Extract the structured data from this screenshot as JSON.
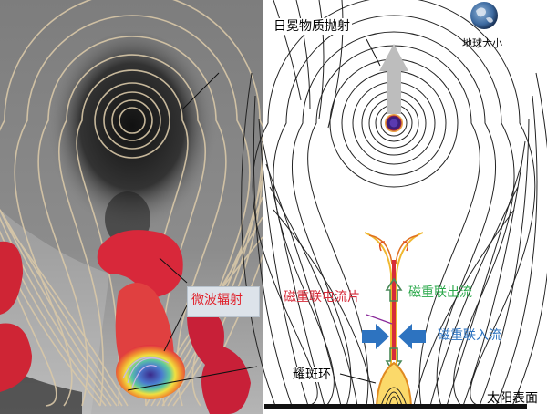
{
  "labels": {
    "cme": "日冕物质抛射",
    "earth_size": "地球大小",
    "microwave": "微波辐射",
    "current_sheet": "磁重联电流片",
    "outflow": "磁重联出流",
    "inflow": "磁重联入流",
    "flare_loop": "耀斑环",
    "solar_surface": "太阳表面"
  },
  "colors": {
    "current_sheet": "#d62c3a",
    "outflow": "#2aa84a",
    "inflow": "#2d73c0",
    "microwave": "#e0202a"
  }
}
